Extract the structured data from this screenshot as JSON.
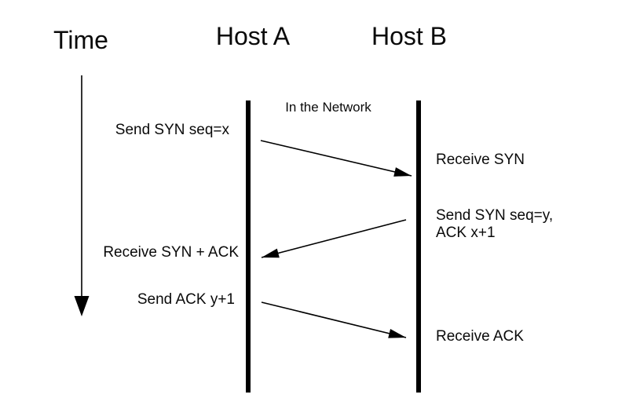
{
  "colors": {
    "background": "#ffffff",
    "ink": "#000000"
  },
  "headers": {
    "time": "Time",
    "host_a": "Host A",
    "host_b": "Host B"
  },
  "network_label": "In the Network",
  "events": {
    "send_syn": "Send SYN seq=x",
    "receive_syn": "Receive SYN",
    "send_syn_ack_line1": "Send SYN seq=y,",
    "send_syn_ack_line2": "ACK x+1",
    "receive_syn_ack": "Receive SYN + ACK",
    "send_ack": "Send ACK y+1",
    "receive_ack": "Receive ACK"
  }
}
